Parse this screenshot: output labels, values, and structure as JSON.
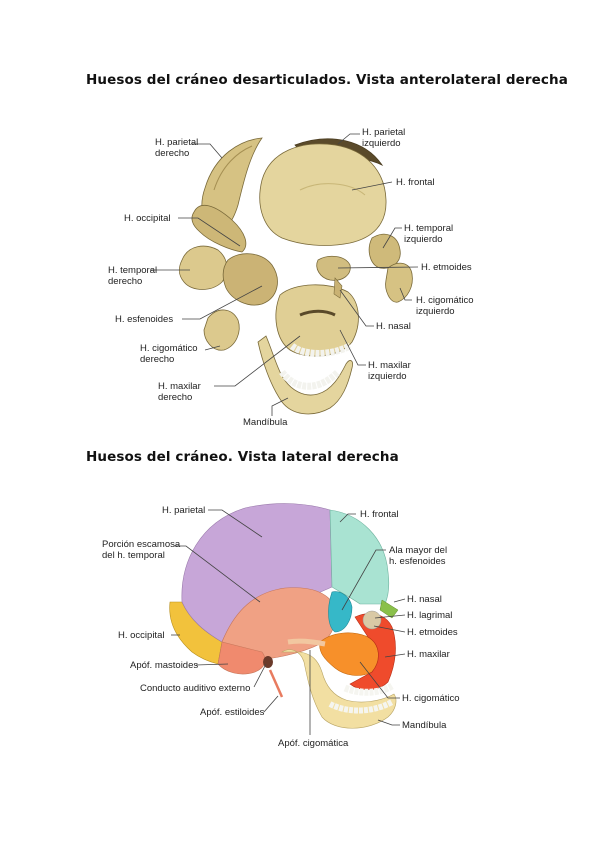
{
  "section1": {
    "title": "Huesos del cráneo desarticulados. Vista anterolateral derecha",
    "labels": {
      "parietal_der_1": "H. parietal",
      "parietal_der_2": "derecho",
      "parietal_izq_1": "H. parietal",
      "parietal_izq_2": "izquierdo",
      "frontal": "H. frontal",
      "occipital": "H. occipital",
      "temporal_izq_1": "H. temporal",
      "temporal_izq_2": "izquierdo",
      "temporal_der_1": "H. temporal",
      "temporal_der_2": "derecho",
      "etmoides": "H. etmoides",
      "cigomatico_izq_1": "H. cigomático",
      "cigomatico_izq_2": "izquierdo",
      "esfenoides": "H. esfenoides",
      "nasal": "H. nasal",
      "cigomatico_der_1": "H. cigomático",
      "cigomatico_der_2": "derecho",
      "maxilar_izq_1": "H. maxilar",
      "maxilar_izq_2": "izquierdo",
      "maxilar_der_1": "H. maxilar",
      "maxilar_der_2": "derecho",
      "mandibula": "Mandíbula"
    }
  },
  "section2": {
    "title": "Huesos del cráneo. Vista lateral derecha",
    "labels": {
      "parietal": "H. parietal",
      "frontal": "H. frontal",
      "escamosa_1": "Porción escamosa",
      "escamosa_2": "del h. temporal",
      "ala_mayor_1": "Ala mayor del",
      "ala_mayor_2": "h. esfenoides",
      "nasal": "H. nasal",
      "lagrimal": "H. lagrimal",
      "occipital": "H. occipital",
      "etmoides": "H. etmoides",
      "maxilar": "H. maxilar",
      "mastoides": "Apóf. mastoides",
      "conducto": "Conducto auditivo externo",
      "cigomatico": "H. cigomático",
      "estiloides": "Apóf. estiloides",
      "mandibula": "Mandíbula",
      "apof_cigomatica": "Apóf. cigomática"
    }
  },
  "colors": {
    "bone": "#d8c68c",
    "parietal": "#c7a6d8",
    "frontal": "#a9e3d2",
    "temporal": "#f0a184",
    "occipital": "#f2c23c",
    "sphenoid": "#36b8c8",
    "zygomatic": "#f7902a",
    "maxilla": "#ef4b2c",
    "mandible": "#f2dfa2",
    "nasal": "#8ac04a"
  }
}
